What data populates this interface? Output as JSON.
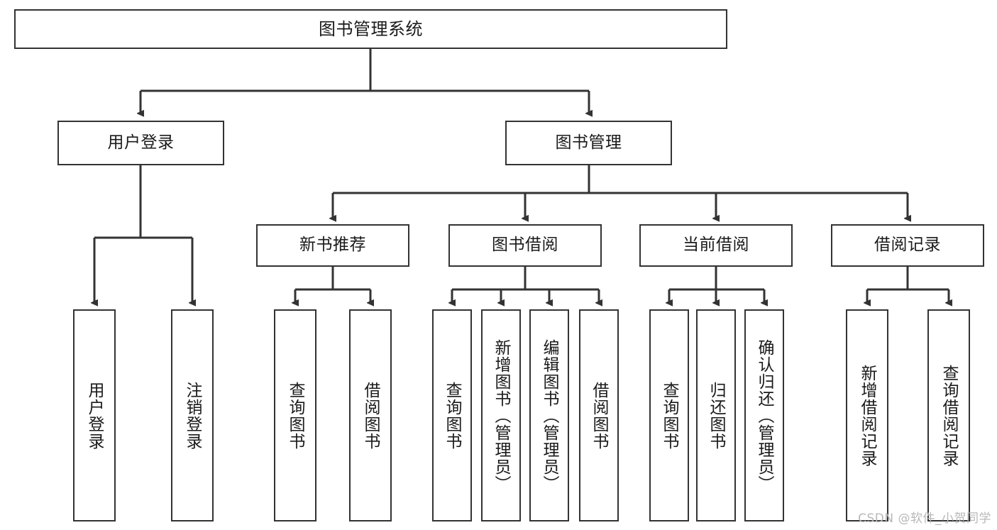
{
  "diagram": {
    "title_node": {
      "id": "root",
      "label": "图书管理系统"
    },
    "level2": [
      {
        "id": "user-login",
        "label": "用户登录"
      },
      {
        "id": "book-management",
        "label": "图书管理"
      }
    ],
    "level3": [
      {
        "id": "new-book-recommend",
        "label": "新书推荐"
      },
      {
        "id": "book-borrow",
        "label": "图书借阅"
      },
      {
        "id": "current-borrow",
        "label": "当前借阅"
      },
      {
        "id": "borrow-record",
        "label": "借阅记录"
      }
    ],
    "leaves": {
      "user_login": [
        {
          "id": "leaf-user-login",
          "label": "用户登录"
        },
        {
          "id": "leaf-user-logout",
          "label": "注销登录"
        }
      ],
      "new_book_recommend": [
        {
          "id": "leaf-query-book-1",
          "label": "查询图书"
        },
        {
          "id": "leaf-borrow-book-1",
          "label": "借阅图书"
        }
      ],
      "book_borrow": [
        {
          "id": "leaf-query-book-2",
          "label": "查询图书"
        },
        {
          "id": "leaf-add-book",
          "label": "新增图书（管理员）"
        },
        {
          "id": "leaf-edit-book",
          "label": "编辑图书（管理员）"
        },
        {
          "id": "leaf-borrow-book-2",
          "label": "借阅图书"
        }
      ],
      "current_borrow": [
        {
          "id": "leaf-query-book-3",
          "label": "查询图书"
        },
        {
          "id": "leaf-return-book",
          "label": "归还图书"
        },
        {
          "id": "leaf-confirm-return",
          "label": "确认归还（管理员）"
        }
      ],
      "borrow_record": [
        {
          "id": "leaf-add-borrow-record",
          "label": "新增借阅记录"
        },
        {
          "id": "leaf-query-borrow-record",
          "label": "查询借阅记录"
        }
      ]
    }
  },
  "watermark": {
    "text": "CSDN @软件_小贺同学"
  },
  "colors": {
    "stroke": "#333333",
    "fill": "#ffffff",
    "text": "#1a1a1a",
    "watermark": "#b8b8b8"
  }
}
